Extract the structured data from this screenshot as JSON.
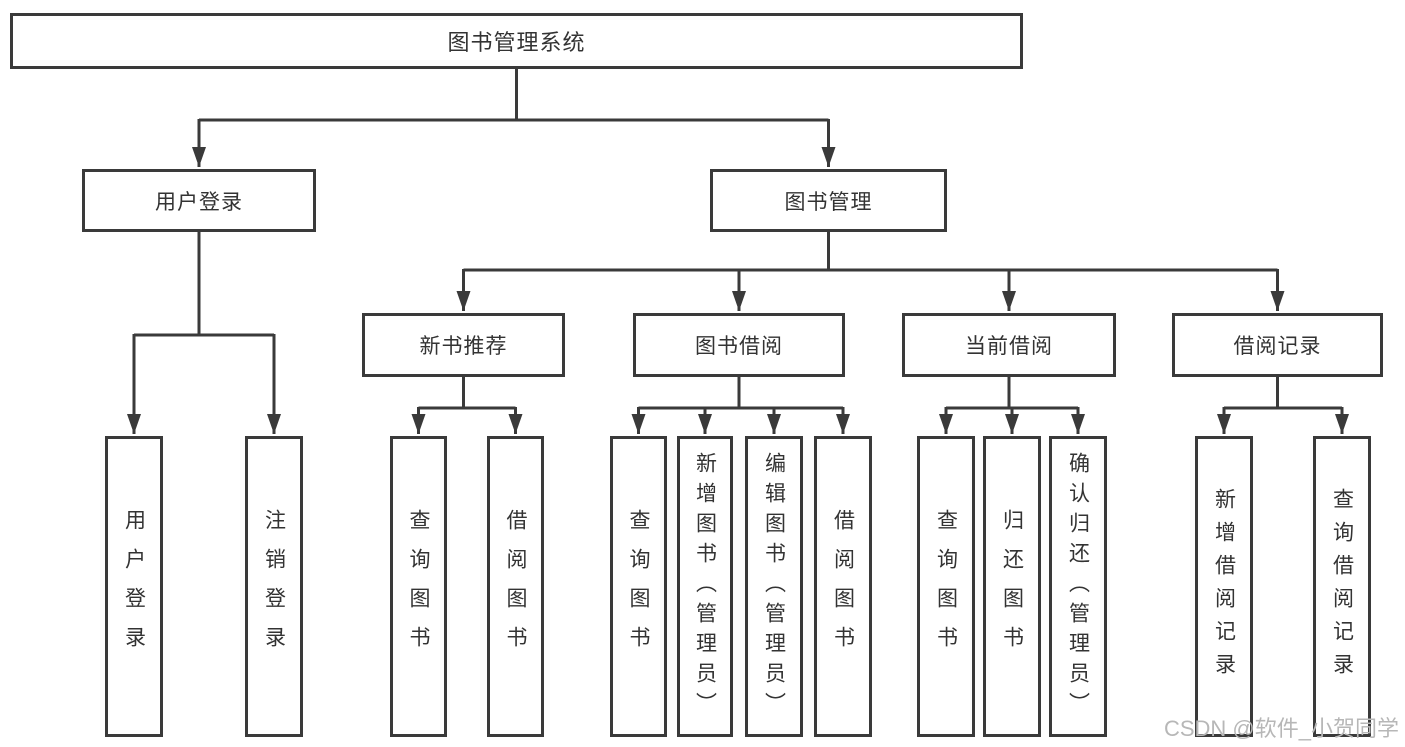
{
  "diagram_title": "图书管理系统",
  "nodes": {
    "root": "图书管理系统",
    "level2": {
      "user_login": "用户登录",
      "book_mgmt": "图书管理"
    },
    "level3": {
      "new_book_rec": "新书推荐",
      "book_borrow": "图书借阅",
      "current_borrow": "当前借阅",
      "borrow_record": "借阅记录"
    },
    "leaves": {
      "login": "用户登录",
      "logout": "注销登录",
      "rec_query": "查询图书",
      "rec_borrow": "借阅图书",
      "bb_query": "查询图书",
      "bb_add": "新增图书（管理员）",
      "bb_edit": "编辑图书（管理员）",
      "bb_borrow": "借阅图书",
      "cb_query": "查询图书",
      "cb_return": "归还图书",
      "cb_confirm": "确认归还（管理员）",
      "br_add": "新增借阅记录",
      "br_query": "查询借阅记录"
    }
  },
  "watermark": {
    "text": "CSDN @软件_小贺同学"
  },
  "colors": {
    "line": "#3a3a3a",
    "text": "#333333",
    "watermark": "#b7b7b7",
    "background": "#ffffff"
  }
}
